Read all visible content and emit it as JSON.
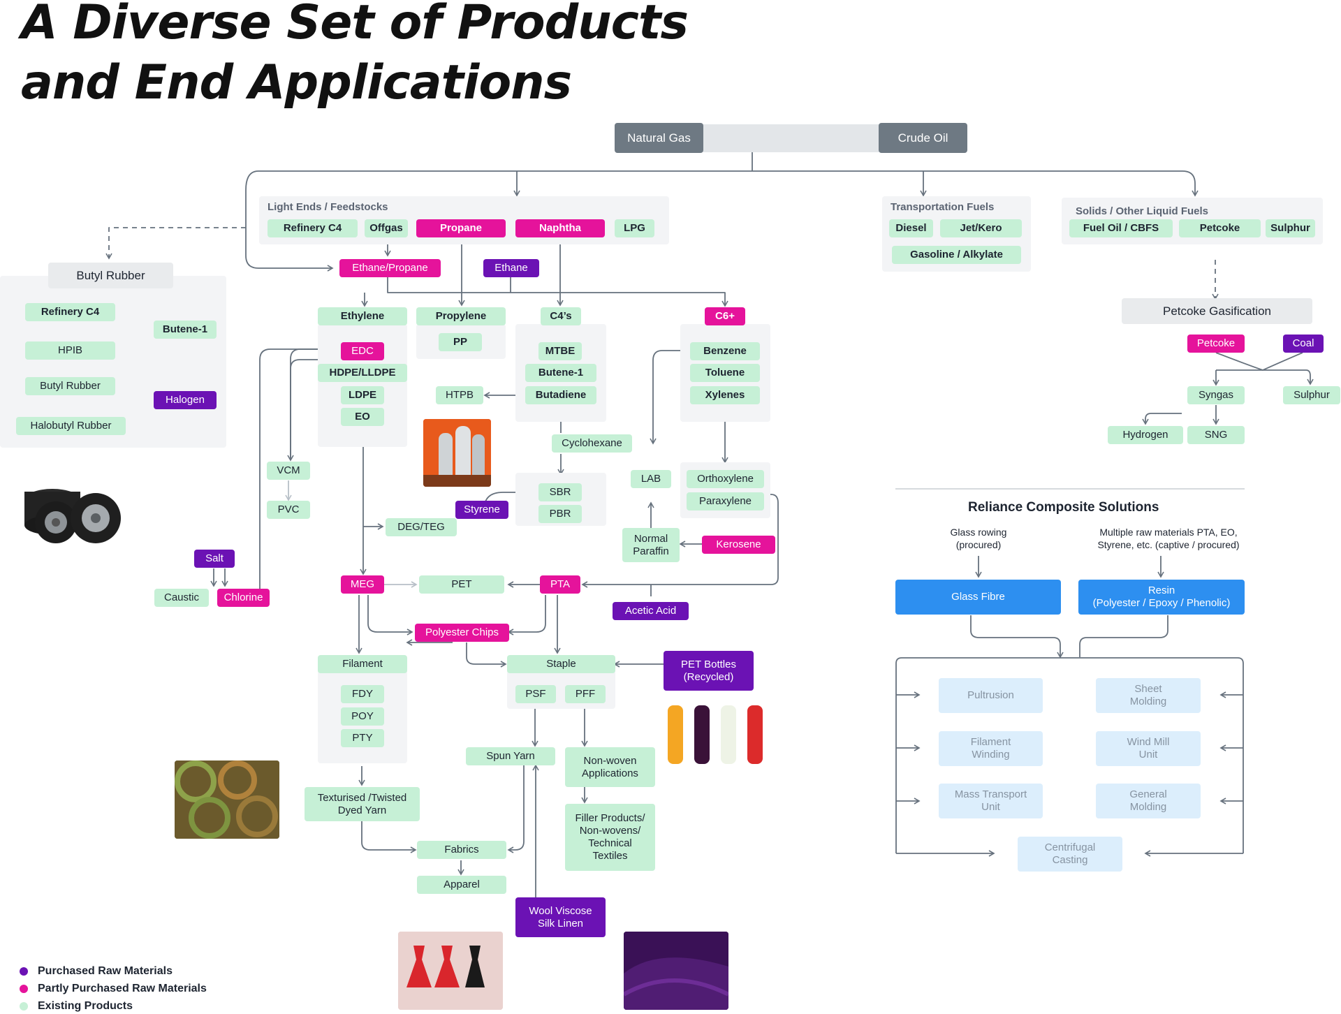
{
  "title": {
    "line1": "A Diverse Set of Products",
    "line2": "and End Applications"
  },
  "top": {
    "natural_gas": "Natural Gas",
    "crude_oil": "Crude Oil"
  },
  "groups": {
    "light_ends": "Light Ends / Feedstocks",
    "transport": "Transportation Fuels",
    "solids": "Solids / Other Liquid Fuels",
    "butyl": "Butyl Rubber",
    "petcoke_gas": "Petcoke Gasification"
  },
  "light_ends": {
    "refinery_c4": "Refinery C4",
    "offgas": "Offgas",
    "propane": "Propane",
    "naphtha": "Naphtha",
    "lpg": "LPG"
  },
  "transport": {
    "diesel": "Diesel",
    "jet": "Jet/Kero",
    "gasoline": "Gasoline / Alkylate"
  },
  "solids": {
    "fuel_oil": "Fuel Oil / CBFS",
    "petcoke": "Petcoke",
    "sulphur": "Sulphur"
  },
  "feed": {
    "ethane_propane": "Ethane/Propane",
    "ethane": "Ethane"
  },
  "butyl_chain": {
    "refinery_c4": "Refinery C4",
    "butene1": "Butene-1",
    "hpib": "HPIB",
    "butyl_rubber": "Butyl Rubber",
    "halogen": "Halogen",
    "halobutyl": "Halobutyl Rubber"
  },
  "olefins": {
    "ethylene": "Ethylene",
    "propylene": "Propylene",
    "c4s": "C4’s",
    "c6": "C6+"
  },
  "ethylene_products": {
    "edc": "EDC",
    "hdpe": "HDPE/LLDPE",
    "ldpe": "LDPE",
    "eo": "EO"
  },
  "pp": "PP",
  "c4_products": {
    "mtbe": "MTBE",
    "butene1": "Butene-1",
    "butadiene": "Butadiene",
    "htpb": "HTPB",
    "cyclohexane": "Cyclohexane",
    "sbr": "SBR",
    "pbr": "PBR",
    "styrene": "Styrene"
  },
  "aromatics": {
    "benzene": "Benzene",
    "toluene": "Toluene",
    "xylenes": "Xylenes",
    "orthoxylene": "Orthoxylene",
    "paraxylene": "Paraxylene",
    "lab": "LAB",
    "normal_paraffin": "Normal\nParaffin",
    "kerosene": "Kerosene"
  },
  "chlor": {
    "vcm": "VCM",
    "pvc": "PVC",
    "salt": "Salt",
    "caustic": "Caustic",
    "chlorine": "Chlorine"
  },
  "polyester": {
    "deg_teg": "DEG/TEG",
    "meg": "MEG",
    "pet": "PET",
    "pta": "PTA",
    "acetic_acid": "Acetic Acid",
    "polyester_chips": "Polyester Chips",
    "filament": "Filament",
    "staple": "Staple",
    "pet_bottles": "PET Bottles\n(Recycled)",
    "fdy": "FDY",
    "poy": "POY",
    "pty": "PTY",
    "psf": "PSF",
    "pff": "PFF",
    "spun_yarn": "Spun Yarn",
    "nonwoven": "Non-woven\nApplications",
    "textured": "Texturised /Twisted\nDyed Yarn",
    "filler": "Filler Products/\nNon-wovens/\nTechnical\nTextiles",
    "fabrics": "Fabrics",
    "apparel": "Apparel",
    "wool": "Wool Viscose\nSilk Linen"
  },
  "gasification": {
    "petcoke": "Petcoke",
    "coal": "Coal",
    "syngas": "Syngas",
    "sulphur": "Sulphur",
    "hydrogen": "Hydrogen",
    "sng": "SNG"
  },
  "rcs": {
    "title": "Reliance Composite Solutions",
    "glass_note": "Glass rowing\n(procured)",
    "resin_note": "Multiple raw materials PTA, EO,\nStyrene, etc. (captive / procured)",
    "glass_fibre": "Glass Fibre",
    "resin": "Resin\n(Polyester / Epoxy / Phenolic)",
    "pultrusion": "Pultrusion",
    "sheet": "Sheet\nMolding",
    "filament_winding": "Filament\nWinding",
    "wind_mill": "Wind Mill\nUnit",
    "mass_transport": "Mass Transport\nUnit",
    "general": "General\nMolding",
    "centrifugal": "Centrifugal\nCasting"
  },
  "legend": {
    "purchased": "Purchased Raw Materials",
    "partly": "Partly Purchased Raw Materials",
    "existing": "Existing Products"
  },
  "colors": {
    "existing": "#c6f0d6",
    "partly": "#e5139b",
    "purchased": "#6b12b4",
    "wire": "#66717d",
    "composite": "#2d8ff0"
  }
}
